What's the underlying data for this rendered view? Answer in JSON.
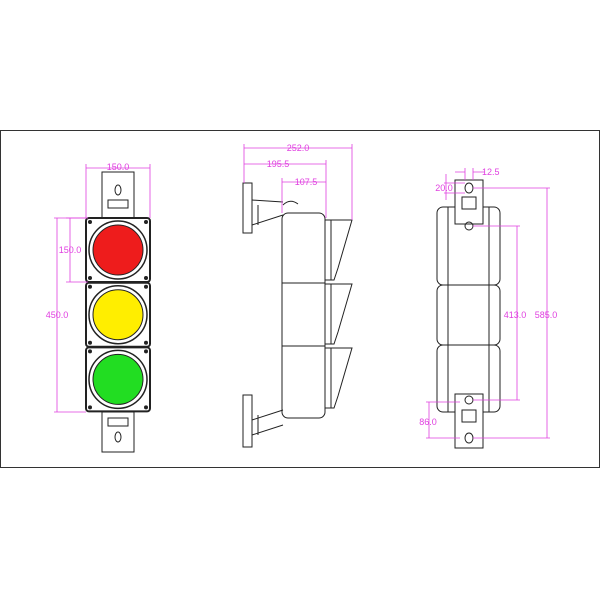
{
  "drawing": {
    "front_view": {
      "width_label": "150.0",
      "module_height_label": "150.0",
      "total_height_label": "450.0",
      "lamps": [
        {
          "name": "red",
          "color": "#ee1c1c"
        },
        {
          "name": "yellow",
          "color": "#ffee00"
        },
        {
          "name": "green",
          "color": "#22dd22"
        }
      ]
    },
    "side_view": {
      "overall_depth_label": "252.0",
      "body_depth_label": "195.5",
      "housing_depth_label": "107.5"
    },
    "rear_view": {
      "slot_width_label": "12.5",
      "slot_height_label": "20.0",
      "hole_spacing_label": "413.0",
      "overall_height_label": "585.0",
      "bracket_label": "86.0"
    },
    "colors": {
      "dimension": "#e040e0",
      "outline": "#222222"
    }
  }
}
